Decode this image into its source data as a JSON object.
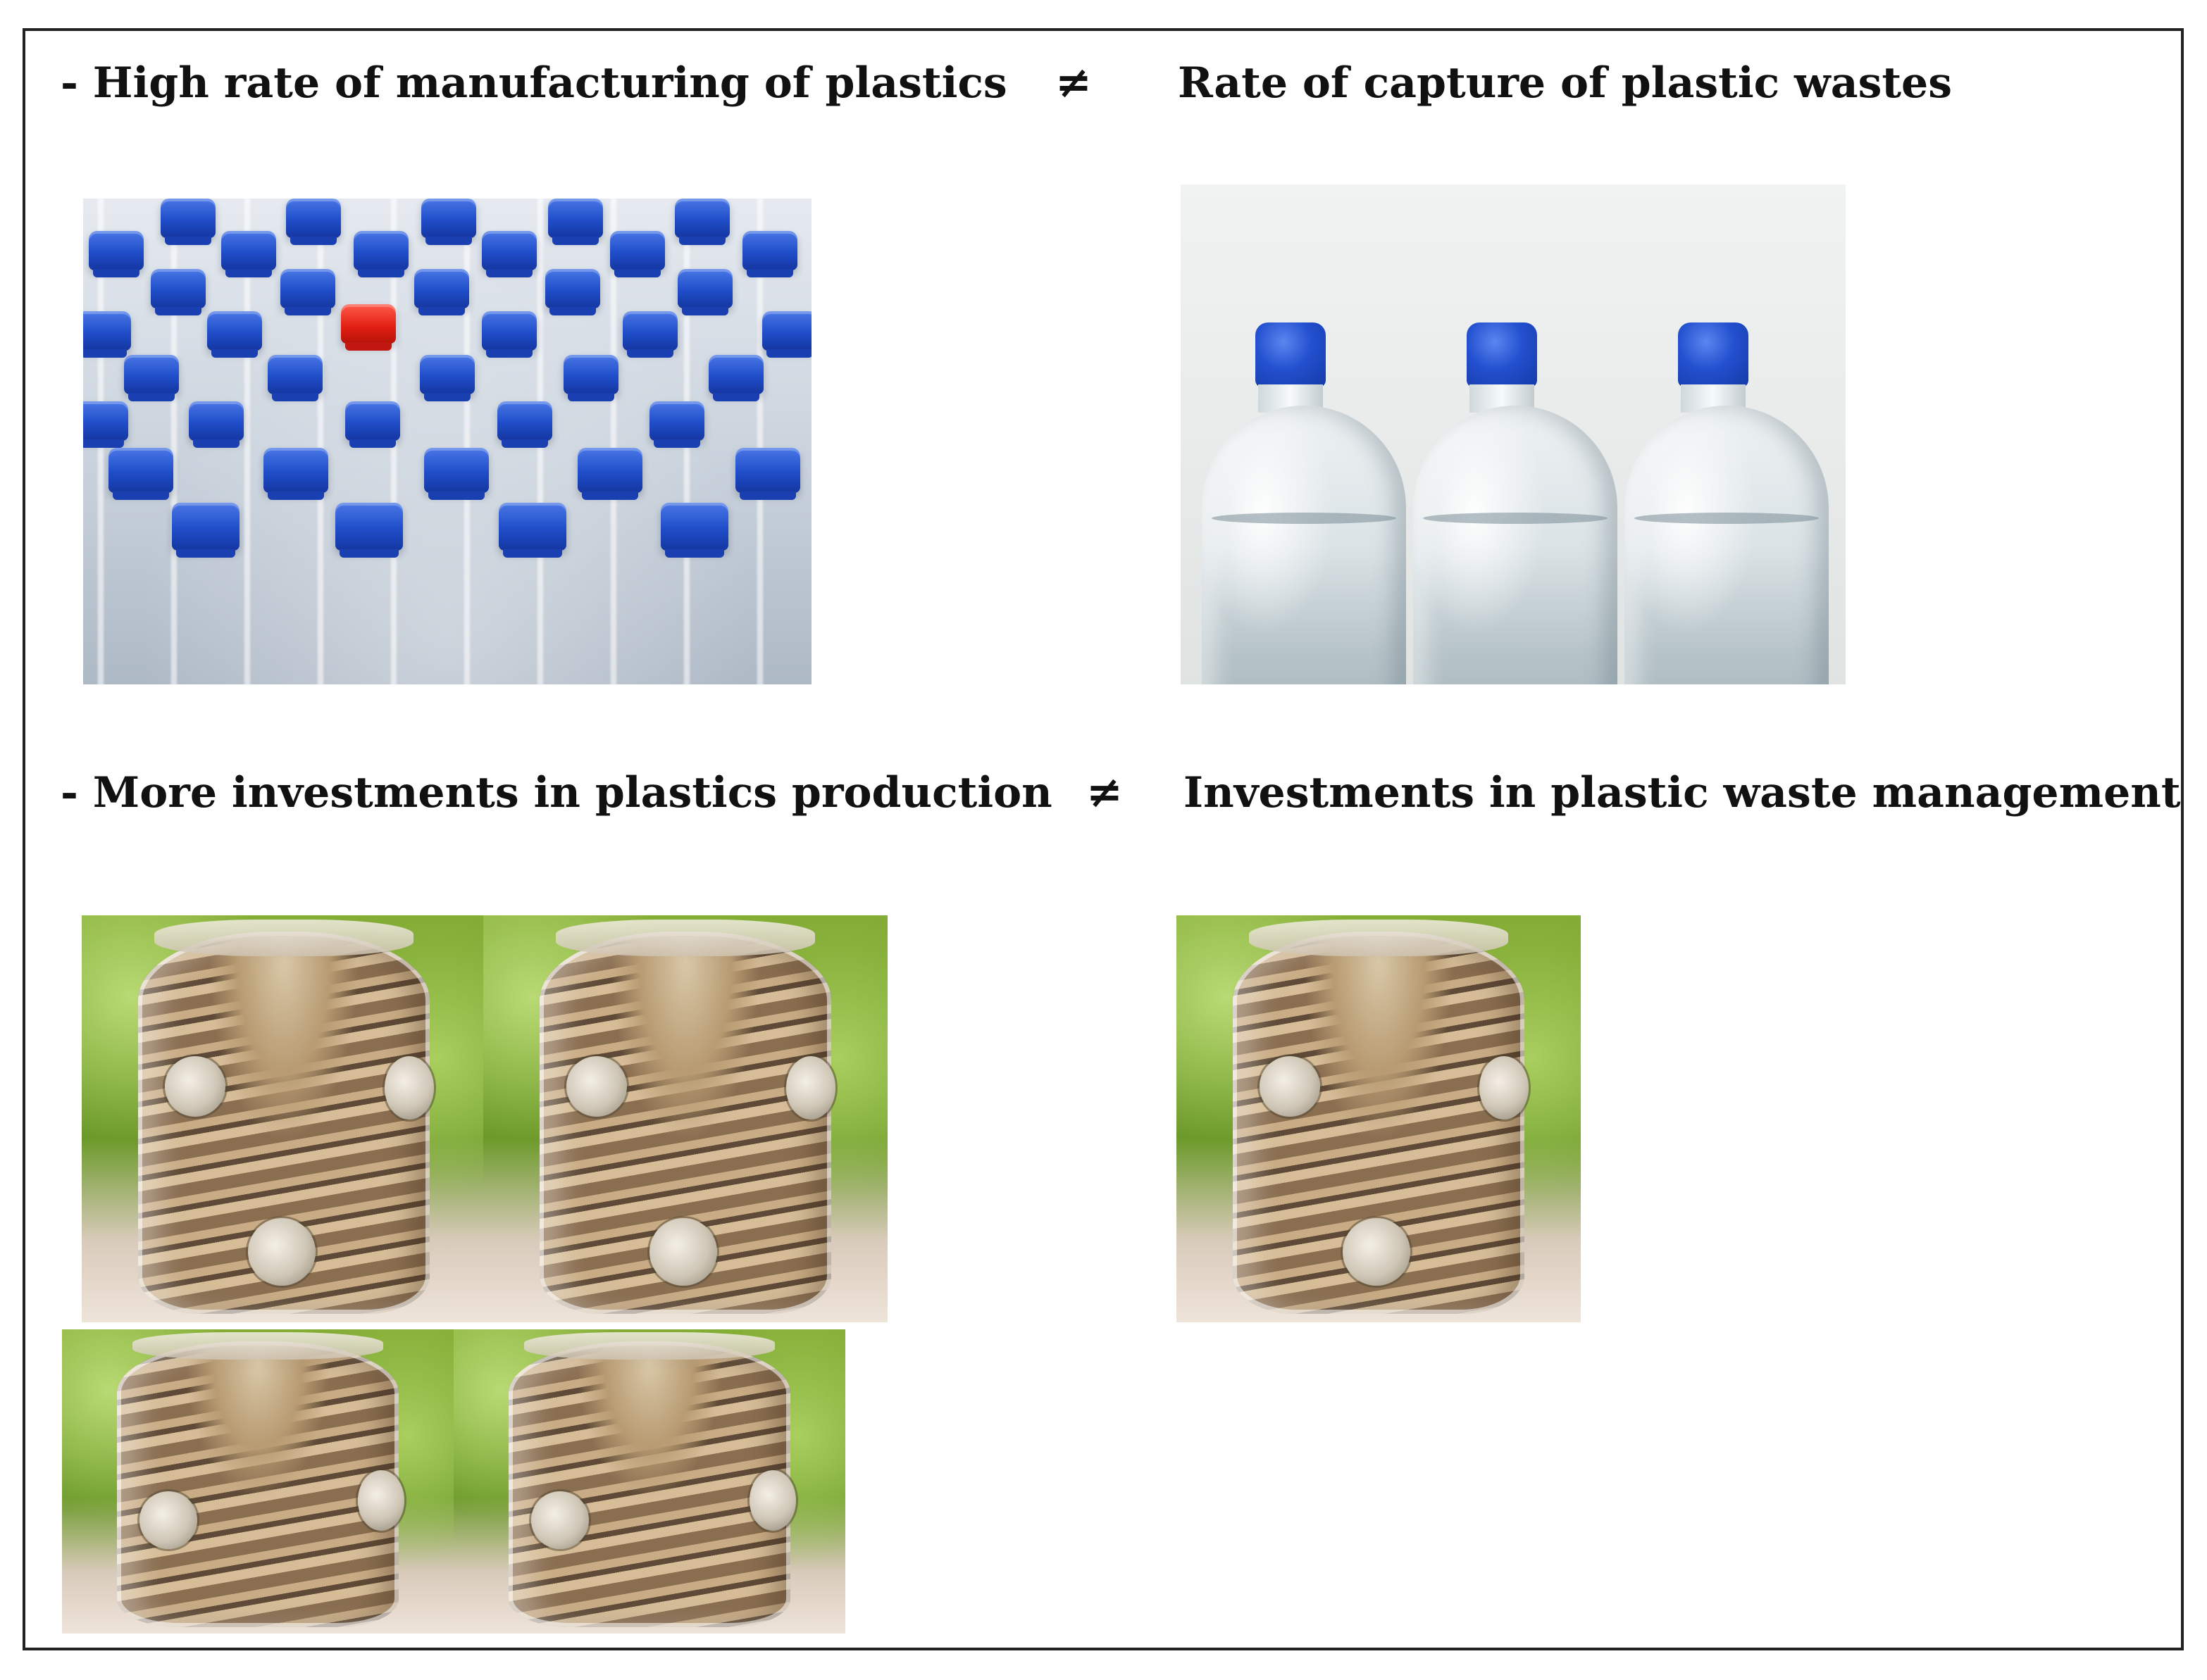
{
  "rows": [
    {
      "left_text": "- High rate of manufacturing of plastics",
      "symbol": "≠",
      "right_text": "Rate of capture of plastic wastes"
    },
    {
      "left_text": "- More investments in plastics production",
      "symbol": "≠",
      "right_text": "Investments in plastic waste management"
    }
  ],
  "colors": {
    "border": "#222222",
    "cap_blue": "#1f4dc9",
    "cap_red": "#e01e12",
    "foliage": "#84ad35"
  }
}
